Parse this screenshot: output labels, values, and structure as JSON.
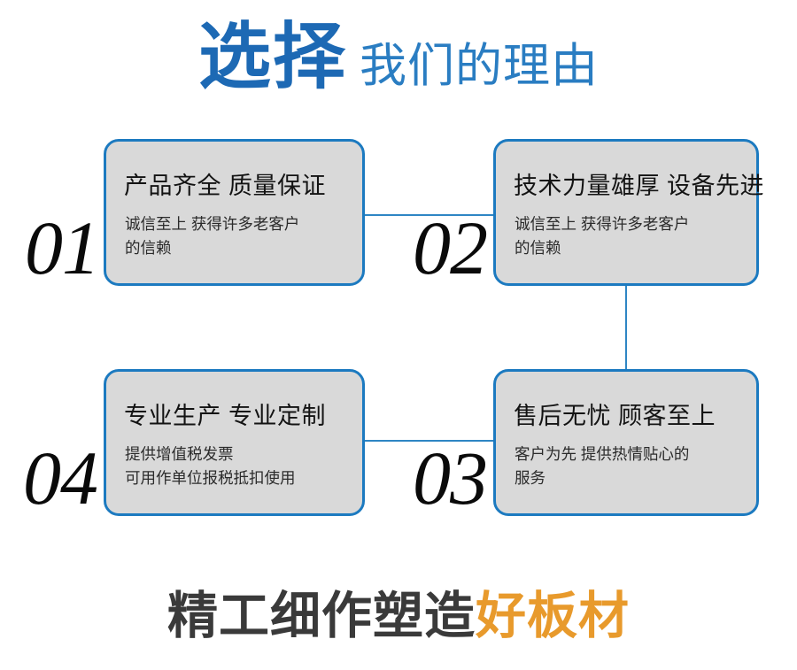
{
  "header": {
    "title_strong": "选择",
    "title_light": "我们的理由",
    "strong_color": "#1d69b4",
    "light_color": "#2a7dc2"
  },
  "theme": {
    "card_border": "#1c7ac0",
    "card_fill": "#d9d9d9",
    "connector": "#2e86c4",
    "number_color": "#0a0a0a",
    "tagline_dark": "#3a3a3a",
    "tagline_accent": "#e89a2c"
  },
  "cards": [
    {
      "number": "01",
      "title": "产品齐全 质量保证",
      "body_lines": [
        "诚信至上 获得许多老客户",
        "的信赖"
      ]
    },
    {
      "number": "02",
      "title": "技术力量雄厚 设备先进",
      "body_lines": [
        "诚信至上 获得许多老客户",
        "的信赖"
      ]
    },
    {
      "number": "03",
      "title": "售后无忧 顾客至上",
      "body_lines": [
        "客户为先 提供热情贴心的",
        "服务"
      ]
    },
    {
      "number": "04",
      "title": "专业生产 专业定制",
      "body_lines": [
        "提供增值税发票",
        "可用作单位报税抵扣使用"
      ]
    }
  ],
  "footer": {
    "tagline_dark": "精工细作塑造",
    "tagline_accent": "好板材"
  }
}
